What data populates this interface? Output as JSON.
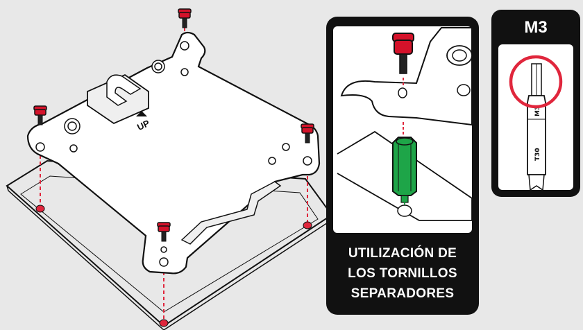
{
  "colors": {
    "background": "#e8e8e8",
    "screw_red": "#d4122a",
    "standoff_green": "#1ea548",
    "outline": "#111111",
    "panel_dark": "#111111",
    "marker_red": "#e0263c"
  },
  "detail_panel": {
    "caption_lines": [
      "UTILIZACIÓN DE",
      "LOS TORNILLOS",
      "SEPARADORES"
    ]
  },
  "bit_panel": {
    "size_label": "M3",
    "bit_size_text": "M3",
    "bit_type_text": "T30"
  },
  "plate": {
    "up_label": "UP",
    "screw_count": 4
  }
}
